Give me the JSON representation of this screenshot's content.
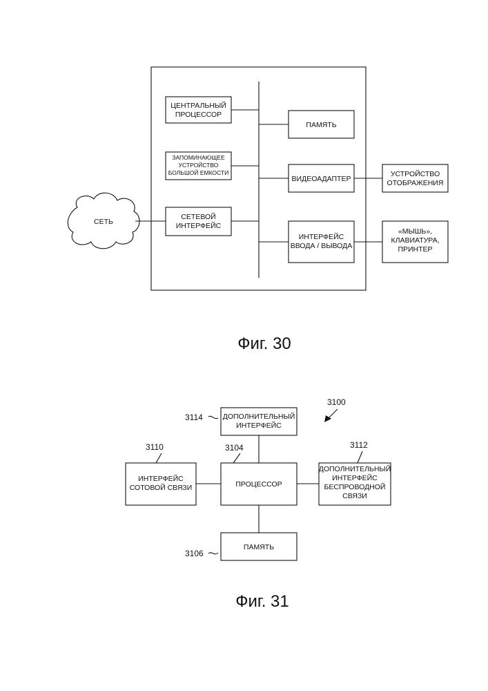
{
  "fig30": {
    "caption": "Фиг. 30",
    "network": "СЕТЬ",
    "cpu": [
      "ЦЕНТРАЛЬНЫЙ",
      "ПРОЦЕССОР"
    ],
    "storage": [
      "ЗАПОМИНАЮЩЕЕ",
      "УСТРОЙСТВО",
      "БОЛЬШОЙ ЕМКОСТИ"
    ],
    "net_if": [
      "СЕТЕВОЙ",
      "ИНТЕРФЕЙС"
    ],
    "memory": "ПАМЯТЬ",
    "video": "ВИДЕОАДАПТЕР",
    "io": [
      "ИНТЕРФЕЙС",
      "ВВОДА / ВЫВОДА"
    ],
    "display": [
      "УСТРОЙСТВО",
      "ОТОБРАЖЕНИЯ"
    ],
    "peripherals": [
      "«МЫШЬ»,",
      "КЛАВИАТУРА,",
      "ПРИНТЕР"
    ]
  },
  "fig31": {
    "caption": "Фиг. 31",
    "ref_system": "3100",
    "ref_aux": "3114",
    "ref_cell": "3110",
    "ref_proc": "3104",
    "ref_wireless": "3112",
    "ref_mem": "3106",
    "aux_if": [
      "ДОПОЛНИТЕЛЬНЫЙ",
      "ИНТЕРФЕЙС"
    ],
    "cell_if": [
      "ИНТЕРФЕЙС",
      "СОТОВОЙ СВЯЗИ"
    ],
    "processor": "ПРОЦЕССОР",
    "wireless_if": [
      "ДОПОЛНИТЕЛЬНЫЙ",
      "ИНТЕРФЕЙС",
      "БЕСПРОВОДНОЙ",
      "СВЯЗИ"
    ],
    "memory": "ПАМЯТЬ"
  }
}
